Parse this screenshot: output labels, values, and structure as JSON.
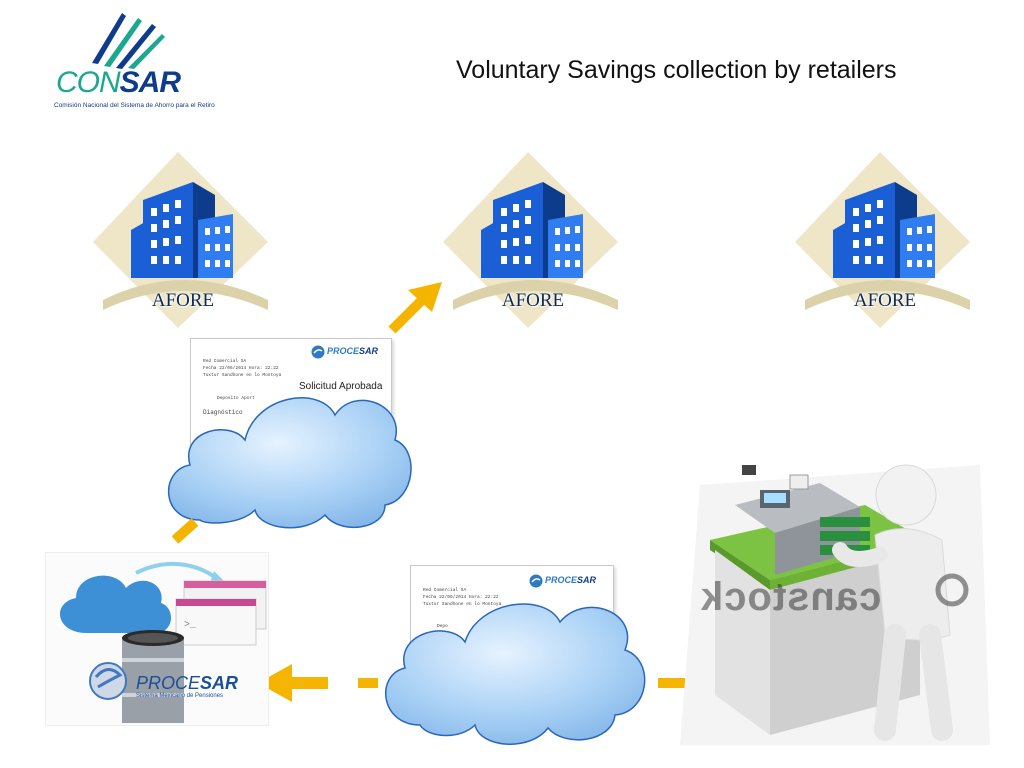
{
  "logo": {
    "brand_part1": "CON",
    "brand_part2": "SAR",
    "tagline": "Comisión Nacional del Sistema de Ahorro para el Retiro"
  },
  "title": "Voluntary Savings collection by retailers",
  "afores": [
    {
      "label": "AFORE"
    },
    {
      "label": "AFORE"
    },
    {
      "label": "AFORE"
    }
  ],
  "receipt_top": {
    "line1": "Red Comercial SA",
    "line2": "Fecha    22/06/2014    Hora:     22:22",
    "line3": "Tuxtur Sandhone en lo Montoya",
    "line4": "Deposito Aport",
    "line5": "Diagnóstico",
    "approved": "Solicitud Aprobada",
    "logo_a": "PROCE",
    "logo_b": "SAR"
  },
  "receipt_bottom": {
    "line1": "Red Comercial SA",
    "line2": "Fecha    22/06/2014    Hora:     22:22",
    "line3": "Tuxtur Sandhone en lo Montoya",
    "line4": "Depo",
    "logo_a": "PROCE",
    "logo_b": "SAR"
  },
  "procesar": {
    "name_a": "PROCE",
    "name_b": "SAR",
    "sub": "Sistema Mexicano de Pensiones"
  },
  "watermark": "canstock",
  "colors": {
    "arrow": "#f5b400",
    "cloud": "#9cc8f0",
    "building": "#1a5fd6",
    "diamond": "#efe6c8"
  }
}
